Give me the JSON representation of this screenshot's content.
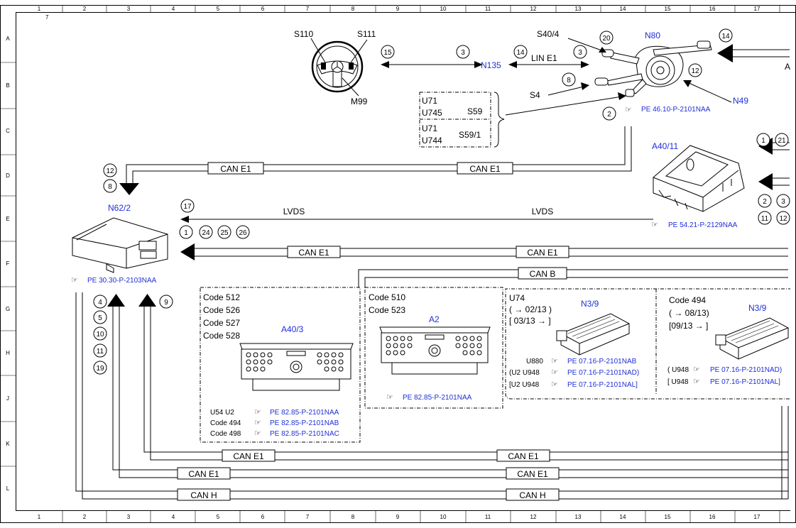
{
  "grid": {
    "columns": [
      "1",
      "2",
      "3",
      "4",
      "5",
      "6",
      "7",
      "8",
      "9",
      "10",
      "11",
      "12",
      "13",
      "14",
      "15",
      "16",
      "17"
    ],
    "rows": [
      "A",
      "B",
      "C",
      "D",
      "E",
      "F",
      "G",
      "H",
      "J",
      "K",
      "L"
    ],
    "corner_mark": "7"
  },
  "components": {
    "s110": "S110",
    "s111": "S111",
    "m99": "M99",
    "n135": "N135",
    "n80": "N80",
    "s40_4": "S40/4",
    "s4": "S4",
    "n49": "N49",
    "n62_2": "N62/2",
    "a40_11": "A40/11",
    "a40_3": "A40/3",
    "a2": "A2",
    "n3_9_a": "N3/9",
    "n3_9_b": "N3/9",
    "a_partial": "A"
  },
  "buses": {
    "lin_e1": "LIN E1",
    "can_e1": "CAN E1",
    "can_b": "CAN B",
    "can_h": "CAN H",
    "lvds": "LVDS"
  },
  "references": {
    "n80": "PE 46.10-P-2101NAA",
    "a40_11": "PE 54.21-P-2129NAA",
    "n62_2": "PE 30.30-P-2103NAA",
    "a2": "PE 82.85-P-2101NAA",
    "a40_3": [
      {
        "prefix": "U54   U2",
        "ref": "PE 82.85-P-2101NAA"
      },
      {
        "prefix": "Code 494",
        "ref": "PE 82.85-P-2101NAB"
      },
      {
        "prefix": "Code 498",
        "ref": "PE 82.85-P-2101NAC"
      }
    ],
    "n3_9_a": [
      {
        "prefix": "U880",
        "ref": "PE 07.16-P-2101NAB"
      },
      {
        "prefix": "(U2  U948",
        "ref": "PE 07.16-P-2101NAD)"
      },
      {
        "prefix": "[U2  U948",
        "ref": "PE 07.16-P-2101NAL]"
      }
    ],
    "n3_9_b": [
      {
        "prefix": "( U948",
        "ref": "PE 07.16-P-2101NAD)"
      },
      {
        "prefix": "[ U948",
        "ref": "PE 07.16-P-2101NAL]"
      }
    ]
  },
  "code_boxes": {
    "a40_3_codes": [
      "Code 512",
      "Code 526",
      "Code 527",
      "Code 528"
    ],
    "a2_codes": [
      "Code 510",
      "Code 523"
    ],
    "n3_9_a": {
      "title": "U74",
      "line1": "( → 02/13 )",
      "line2": "[ 03/13 → ]"
    },
    "n3_9_b": {
      "title": "Code 494",
      "line1": "( → 08/13)",
      "line2": "[09/13  → ]"
    },
    "s59": {
      "row1_a": "U71",
      "row1_b": "U745",
      "row1_c": "S59",
      "row2_a": "U71",
      "row2_b": "U744",
      "row2_c": "S59/1"
    }
  },
  "callouts": {
    "c15": "15",
    "c3a": "3",
    "c14a": "14",
    "c3b": "3",
    "c8a": "8",
    "c20": "20",
    "c14b": "14",
    "c12a": "12",
    "c2a": "2",
    "c12b": "12",
    "c8b": "8",
    "c17": "17",
    "c1a": "1",
    "c24": "24",
    "c25": "25",
    "c26": "26",
    "c1b": "1",
    "c21": "21",
    "c2b": "2",
    "c3c": "3",
    "c11a": "11",
    "c12c": "12",
    "c4": "4",
    "c5": "5",
    "c10": "10",
    "c11b": "11",
    "c19": "19",
    "c9": "9"
  }
}
